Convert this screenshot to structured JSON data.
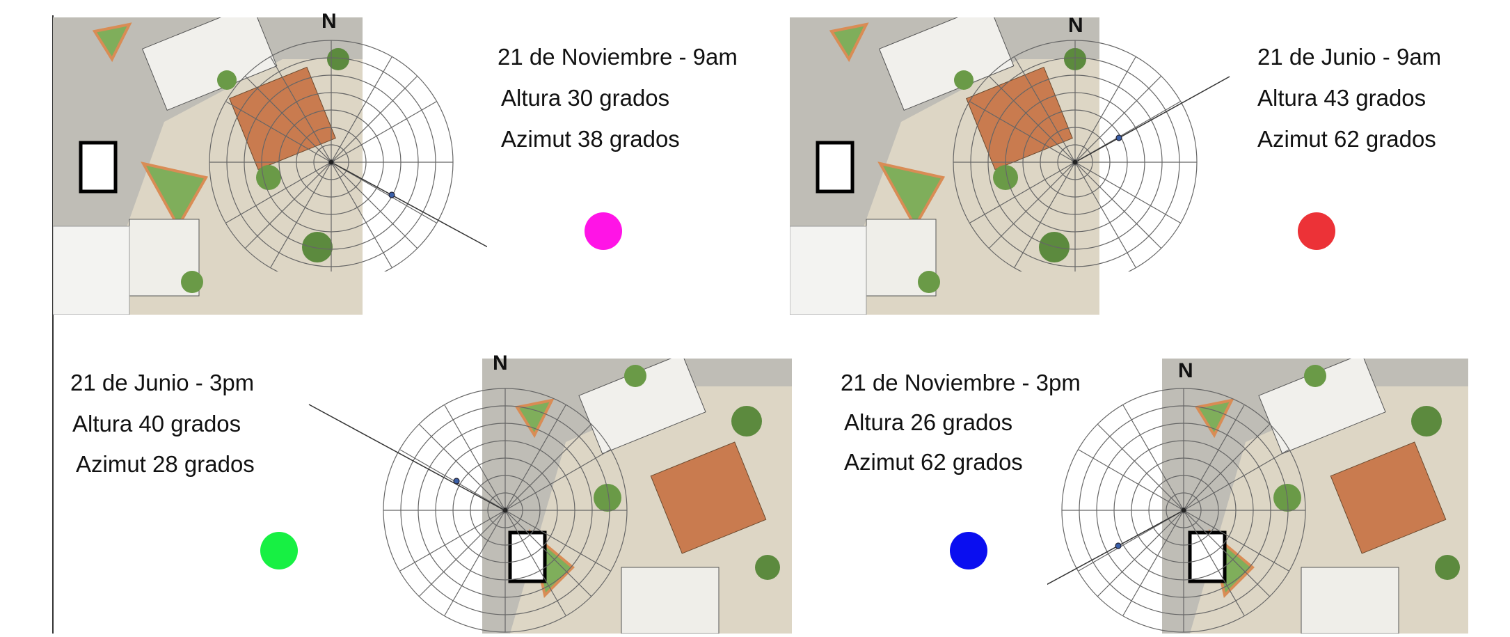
{
  "north_label": "N",
  "cards": [
    {
      "id": "nov-9am",
      "title": "21 de Noviembre - 9am",
      "altura": "Altura 30 grados",
      "azimut": "Azimut 38 grados",
      "color": "#ff14e6"
    },
    {
      "id": "jun-9am",
      "title": "21 de Junio - 9am",
      "altura": "Altura 43 grados",
      "azimut": "Azimut 62 grados",
      "color": "#ec3237"
    },
    {
      "id": "jun-3pm",
      "title": "21 de Junio - 3pm",
      "altura": "Altura 40 grados",
      "azimut": "Azimut 28 grados",
      "color": "#17f043"
    },
    {
      "id": "nov-3pm",
      "title": "21 de Noviembre - 3pm",
      "altura": "Altura 26 grados",
      "azimut": "Azimut 62 grados",
      "color": "#0a0ef0"
    }
  ]
}
